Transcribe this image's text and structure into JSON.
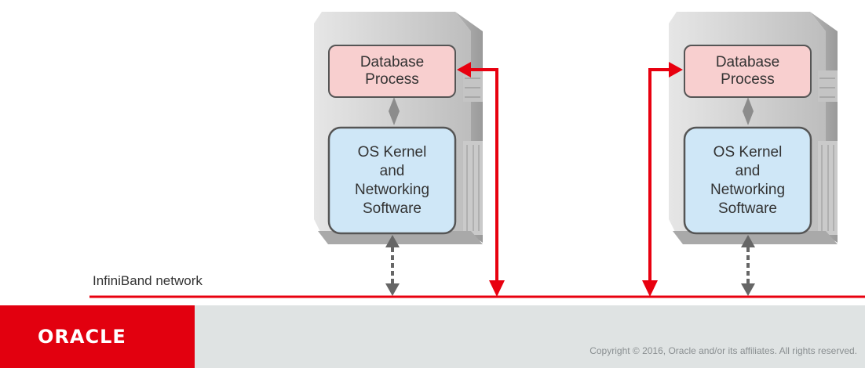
{
  "nodes": [
    {
      "database_box": {
        "line1": "Database",
        "line2": "Process"
      },
      "os_box": {
        "line1": "OS Kernel",
        "line2": "and",
        "line3": "Networking",
        "line4": "Software"
      }
    },
    {
      "database_box": {
        "line1": "Database",
        "line2": "Process"
      },
      "os_box": {
        "line1": "OS Kernel",
        "line2": "and",
        "line3": "Networking",
        "line4": "Software"
      }
    }
  ],
  "network_label": "InfiniBand network",
  "footer": {
    "logo": "ORACLE",
    "copyright": "Copyright © 2016, Oracle and/or its affiliates. All rights reserved."
  },
  "colors": {
    "network_line": "#e8000f",
    "arrow_red": "#e8000f",
    "arrow_gray": "#666666",
    "database_fill": "#f8cfcf",
    "os_fill": "#cfe7f7",
    "box_border": "#555555",
    "server_body": "#d9d9d9",
    "footer_bg": "#dfe3e3",
    "logo_bg": "#e2000f"
  }
}
